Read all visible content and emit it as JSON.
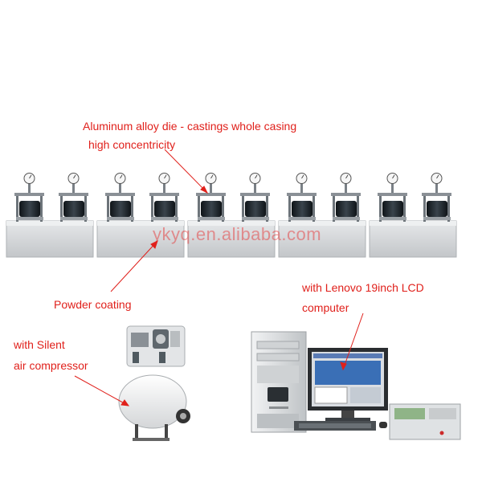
{
  "labels": {
    "die_casting_line1": "Aluminum alloy die - castings whole casing",
    "die_casting_line2": "high concentricity",
    "powder_coating": "Powder coating",
    "lcd_line1": "with Lenovo 19inch LCD",
    "lcd_line2": "computer",
    "compressor_line1": "with Silent",
    "compressor_line2": "air compressor"
  },
  "watermark": "ykyq.en.alibaba.com",
  "colors": {
    "annotation_red": "#e0201b",
    "casing_gray": "#d6d8da",
    "cylinder_dark": "#1f262c"
  },
  "icons": {
    "gauge": "dial-gauge-icon",
    "computer": "desktop-computer-icon",
    "compressor": "air-compressor-icon"
  }
}
